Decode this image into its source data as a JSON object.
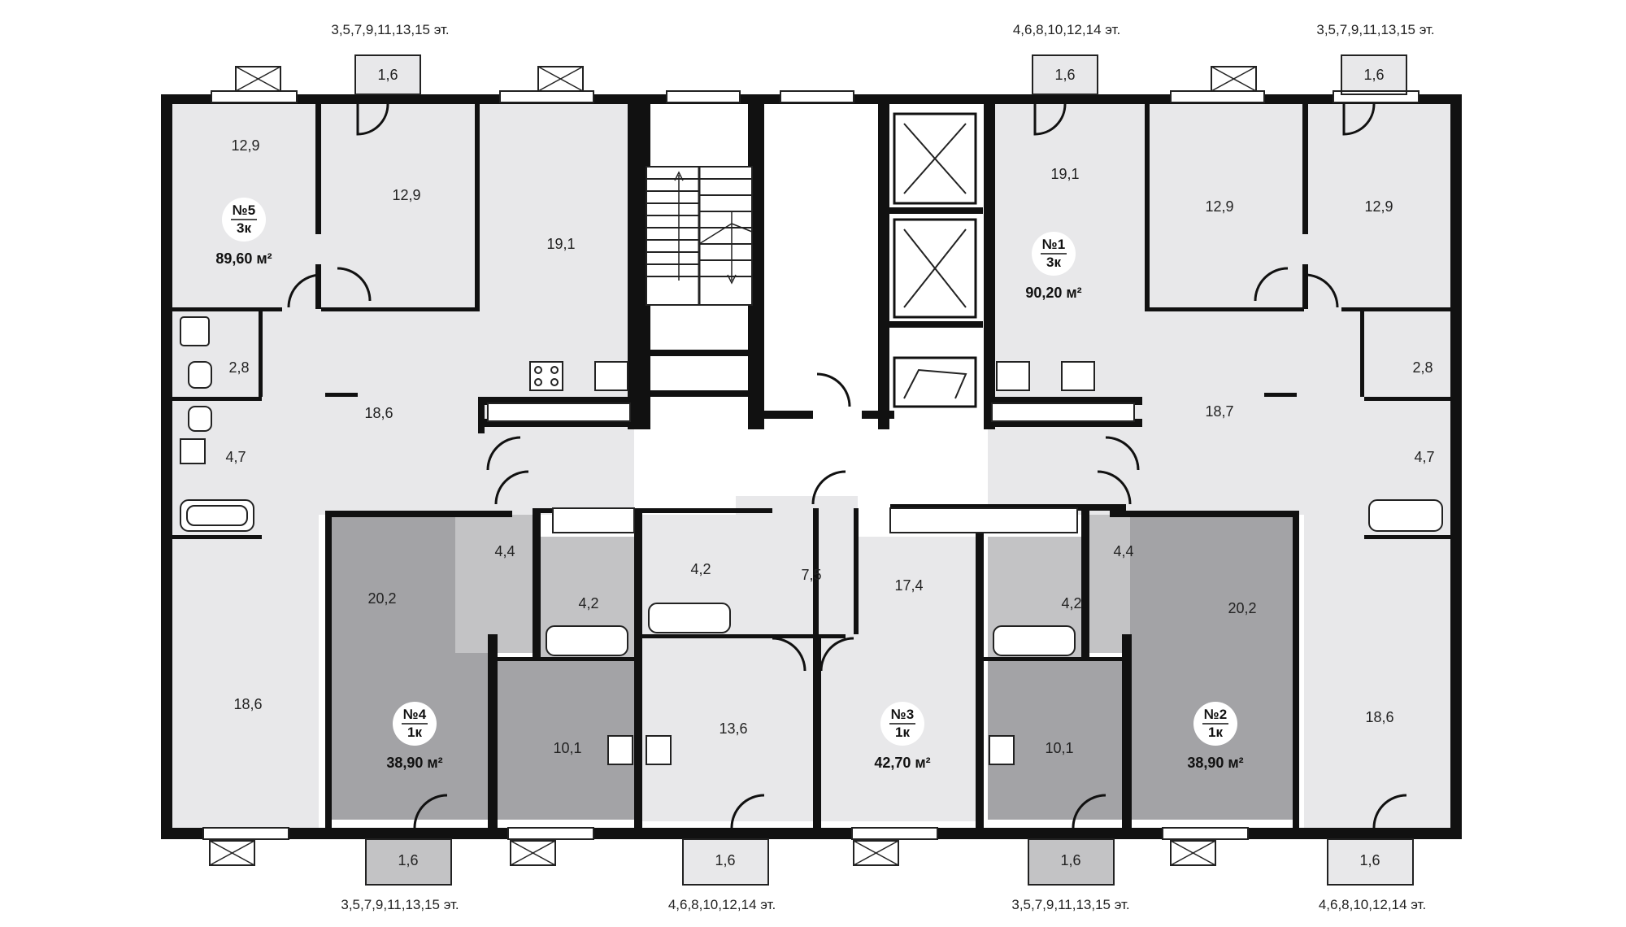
{
  "floor_labels": {
    "top_left_1": "3,5,7,9,11,13,15 эт.",
    "top_center": "4,6,8,10,12,14 эт.",
    "top_right": "3,5,7,9,11,13,15 эт.",
    "bottom_left": "3,5,7,9,11,13,15 эт.",
    "bottom_center_left": "4,6,8,10,12,14 эт.",
    "bottom_center_right": "3,5,7,9,11,13,15 эт.",
    "bottom_right": "4,6,8,10,12,14 эт."
  },
  "balconies": {
    "top_1": "1,6",
    "top_2": "1,6",
    "top_3": "1,6",
    "bottom_1": "1,6",
    "bottom_2": "1,6",
    "bottom_3": "1,6",
    "bottom_4": "1,6"
  },
  "apartments": [
    {
      "num": "№5",
      "type": "3к",
      "total": "89,60 м²"
    },
    {
      "num": "№1",
      "type": "3к",
      "total": "90,20 м²"
    },
    {
      "num": "№4",
      "type": "1к",
      "total": "38,90 м²"
    },
    {
      "num": "№3",
      "type": "1к",
      "total": "42,70 м²"
    },
    {
      "num": "№2",
      "type": "1к",
      "total": "38,90 м²"
    }
  ],
  "rooms": {
    "a5_bedroom1": "12,9",
    "a5_bedroom2": "12,9",
    "a5_living": "19,1",
    "a5_wc": "2,8",
    "a5_bath": "4,7",
    "a5_hall": "18,6",
    "left_bottom_room": "18,6",
    "a4_room": "20,2",
    "a4_hall": "4,4",
    "a4_bath": "4,2",
    "a4_kitchen": "10,1",
    "a3_bath": "4,2",
    "a3_hall": "7,5",
    "a3_room": "17,4",
    "a3_kitchen": "13,6",
    "a2_bath": "4,2",
    "a2_hall": "4,4",
    "a2_room": "20,2",
    "a2_kitchen": "10,1",
    "a1_living": "19,1",
    "a1_bedroom1": "12,9",
    "a1_bedroom2": "12,9",
    "a1_wc": "2,8",
    "a1_bath": "4,7",
    "a1_hall": "18,7",
    "right_bottom_room": "18,6"
  },
  "colors": {
    "light_room": "#e8e8ea",
    "dark_room": "#a3a3a6",
    "medium_room": "#c3c3c5",
    "wall": "#111111"
  }
}
